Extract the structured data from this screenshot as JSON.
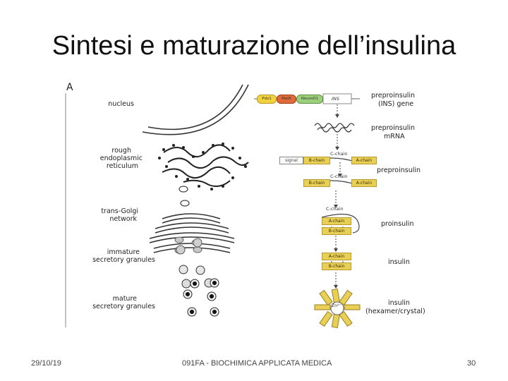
{
  "slide": {
    "title": "Sintesi e maturazione dell’insulina",
    "date": "29/10/19",
    "course": "091FA - BIOCHIMICA APPLICATA MEDICA",
    "page": "30"
  },
  "figure": {
    "panel": "A",
    "left_labels": {
      "nucleus": "nucleus",
      "rer_1": "rough",
      "rer_2": "endoplasmic",
      "rer_3": "reticulum",
      "golgi_1": "trans-Golgi",
      "golgi_2": "network",
      "immature_1": "immature",
      "immature_2": "secretory granules",
      "mature_1": "mature",
      "mature_2": "secretory granules"
    },
    "right_labels": {
      "gene_1": "preproinsulin",
      "gene_2": "(INS) gene",
      "mrna_1": "preproinsulin",
      "mrna_2": "mRNA",
      "preproinsulin": "preproinsulin",
      "proinsulin": "proinsulin",
      "insulin": "insulin",
      "hexamer_1": "insulin",
      "hexamer_2": "(hexamer/crystal)"
    },
    "transcription_factors": [
      "Pdx1",
      "MafA",
      "NeuroD1"
    ],
    "gene_label": "INS",
    "chains": {
      "signal": "signal",
      "b": "B-chain",
      "a": "A-chain",
      "c": "C-chain"
    },
    "zinc": "Zn²⁺",
    "colors": {
      "chain_fill": "#e8cf55",
      "chain_border": "#b89a2a",
      "pdx1": "#f2d23c",
      "mafa": "#e06a3a",
      "neurod1": "#9ccf7a"
    }
  }
}
